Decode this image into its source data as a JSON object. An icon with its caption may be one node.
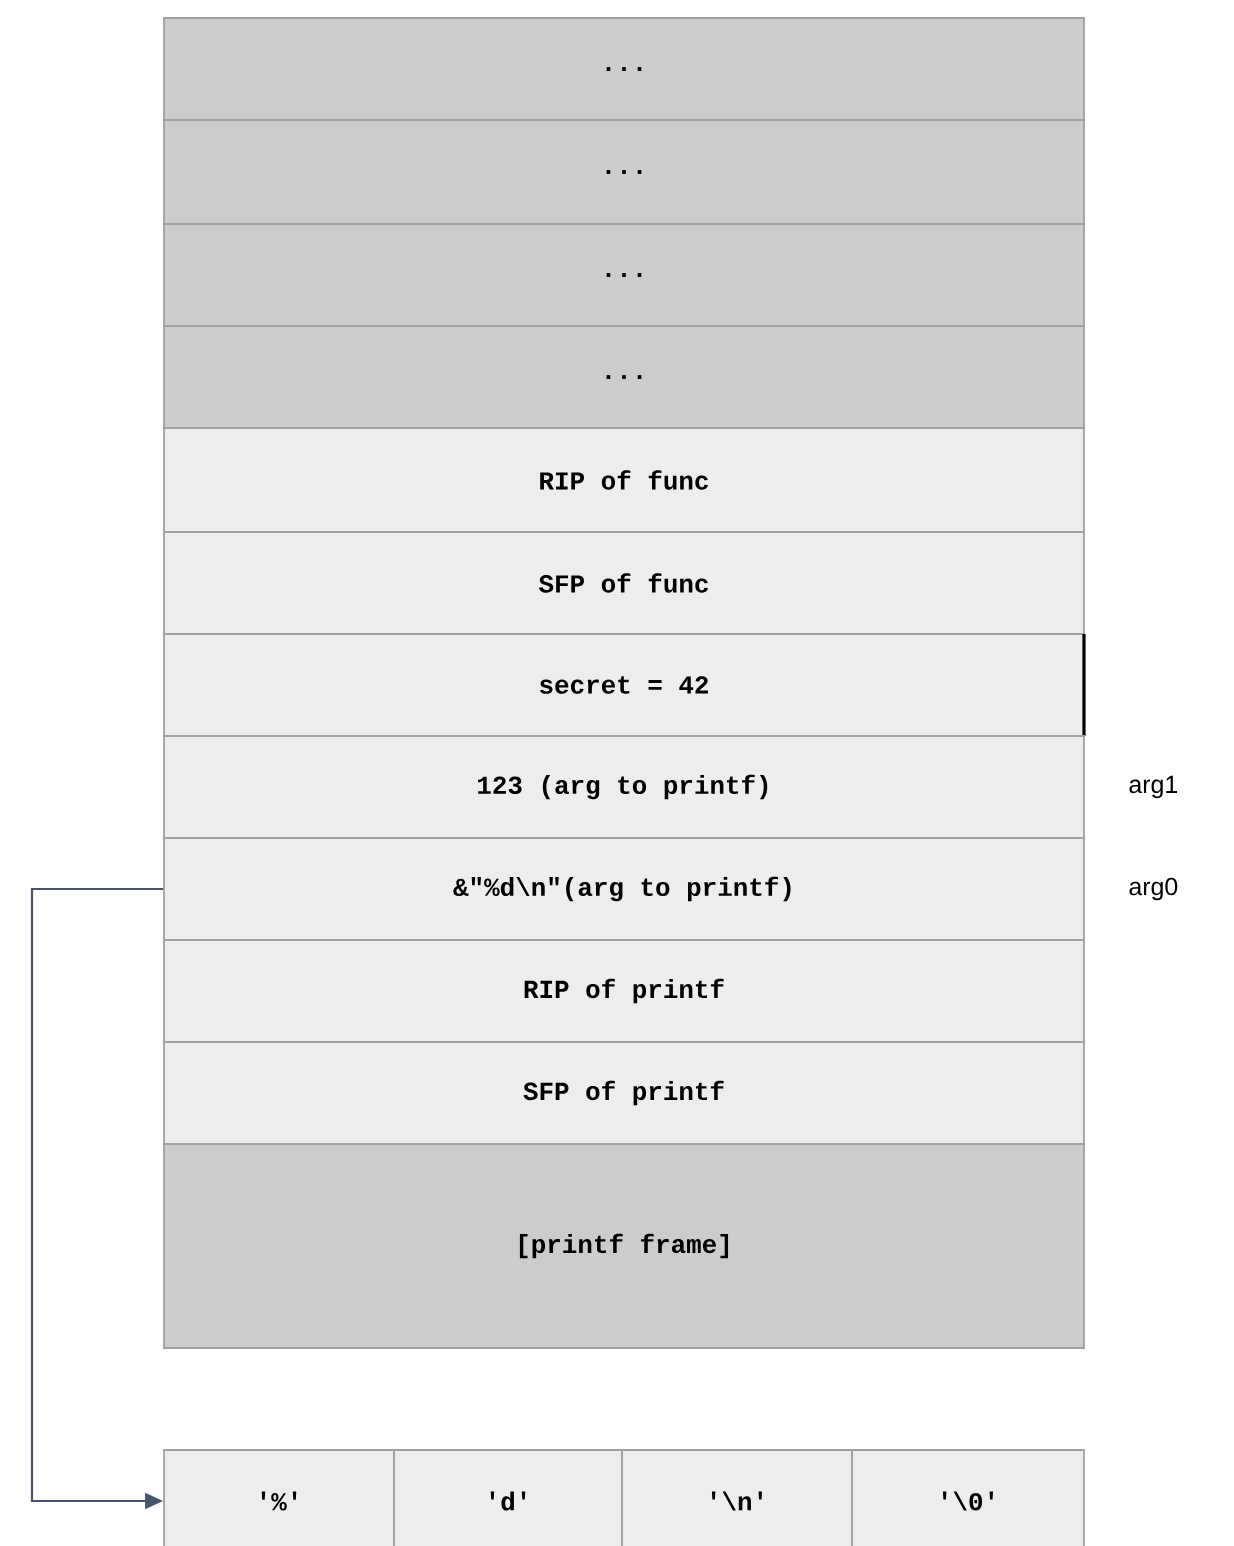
{
  "diagram": {
    "nodes": [
      {
        "text": [
          "..."
        ]
      },
      {
        "text": [
          "..."
        ]
      },
      {
        "text": [
          "..."
        ]
      },
      {
        "text": [
          "..."
        ]
      },
      {
        "text": [
          "RIP of func"
        ]
      },
      {
        "text": [
          "SFP of func"
        ]
      },
      {
        "text": [
          "secret = 42"
        ]
      },
      {
        "text": [
          "123 (arg to printf)"
        ],
        "beside": [
          "arg1"
        ]
      },
      {
        "text": [
          "&\"%d\\n\"(arg to printf)"
        ],
        "beside": [
          "arg0"
        ]
      },
      {
        "text": [
          "RIP of printf"
        ]
      },
      {
        "text": [
          "SFP of printf"
        ]
      },
      {
        "text": [
          "[printf frame]"
        ]
      },
      {
        "text": [
          "'%'"
        ]
      },
      {
        "text": [
          "'d'"
        ]
      },
      {
        "text": [
          "'\\n'"
        ]
      },
      {
        "text": [
          "'\\0'"
        ]
      }
    ],
    "edges": [
      {
        "from": 8,
        "to": 12,
        "arrow": "to"
      }
    ]
  }
}
